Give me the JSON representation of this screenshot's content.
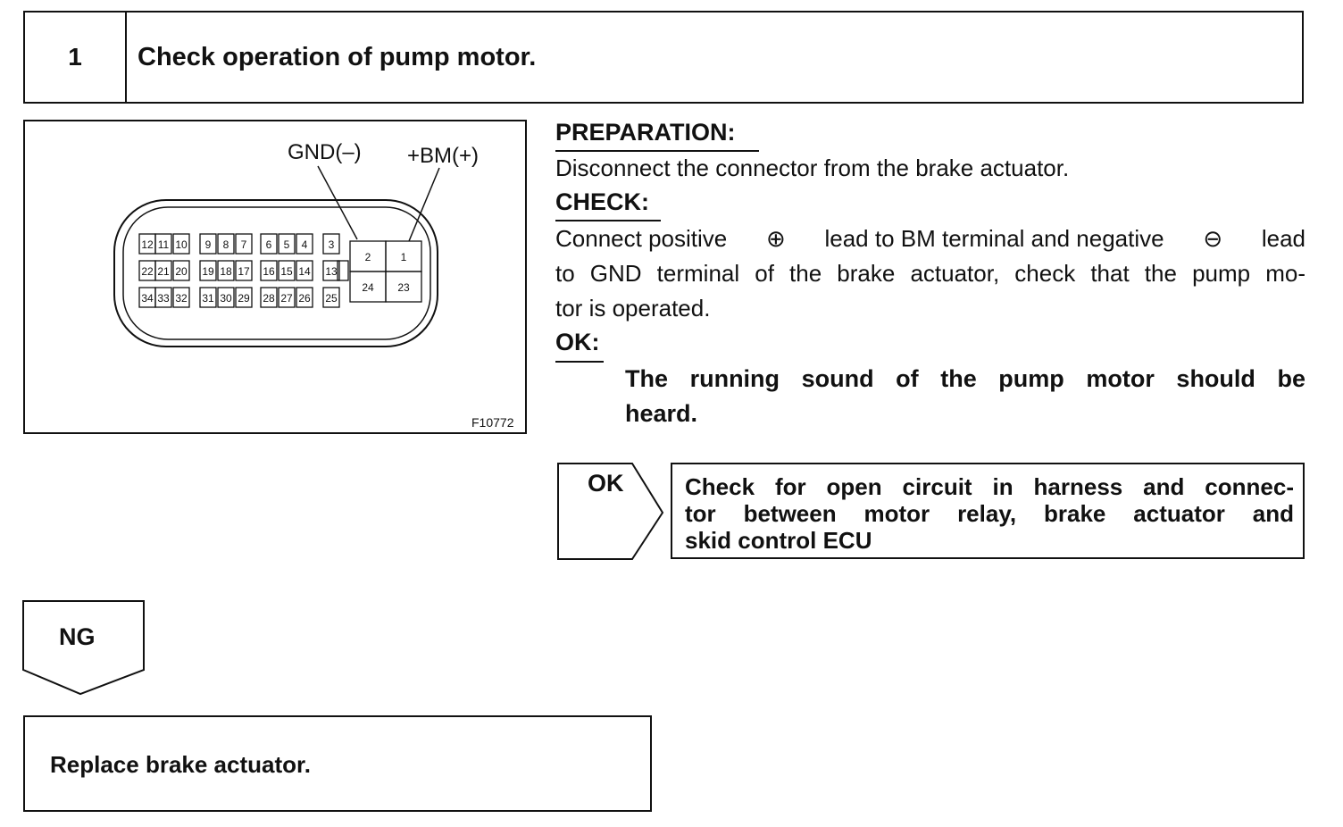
{
  "step": {
    "number": "1",
    "title": "Check operation of pump motor."
  },
  "figure": {
    "gnd_label": "GND(–)",
    "bm_label": "+BM(+)",
    "figure_id": "F10772",
    "pins": {
      "row1": [
        "12",
        "11",
        "10",
        "9",
        "8",
        "7",
        "6",
        "5",
        "4",
        "3"
      ],
      "row2": [
        "22",
        "21",
        "20",
        "19",
        "18",
        "17",
        "16",
        "15",
        "14",
        "13"
      ],
      "row3": [
        "34",
        "33",
        "32",
        "31",
        "30",
        "29",
        "28",
        "27",
        "26",
        "25"
      ],
      "large": [
        "2",
        "1",
        "24",
        "23"
      ]
    }
  },
  "preparation": {
    "heading": "PREPARATION:",
    "text": "Disconnect the connector from the brake actuator."
  },
  "check": {
    "heading": "CHECK:",
    "line1_a": "Connect positive",
    "line1_b": "lead to BM terminal and negative",
    "line1_c": "lead",
    "line2": "to GND terminal of the brake actuator, check that the pump mo-",
    "line3": "tor is operated.",
    "positive_symbol": "⊕",
    "negative_symbol": "⊖"
  },
  "ok_section": {
    "heading": "OK:",
    "line1": "The running sound of the pump motor should be",
    "line2": "heard."
  },
  "flow": {
    "ok_label": "OK",
    "ok_result_line1": "Check for open circuit in harness and connec-",
    "ok_result_line2": "tor between motor relay, brake actuator and",
    "ok_result_line3": "skid control ECU",
    "ng_label": "NG",
    "ng_result": "Replace brake actuator."
  }
}
